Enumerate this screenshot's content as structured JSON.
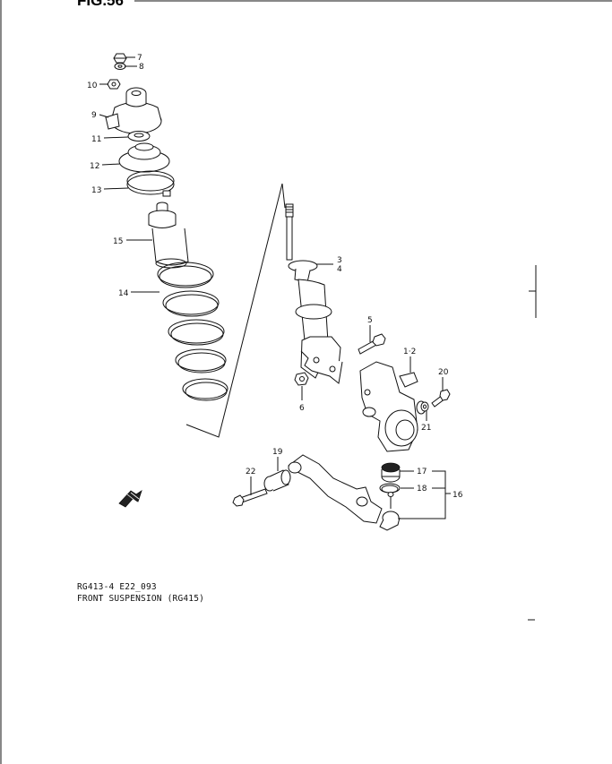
{
  "figure": {
    "title": "FIG.56"
  },
  "callouts": {
    "1_2": "1·2",
    "3": "3",
    "4": "4",
    "5": "5",
    "6": "6",
    "7": "7",
    "8": "8",
    "9": "9",
    "10": "10",
    "11": "11",
    "12": "12",
    "13": "13",
    "14": "14",
    "15": "15",
    "16": "16",
    "17": "17",
    "18": "18",
    "19": "19",
    "20": "20",
    "21": "21",
    "22": "22"
  },
  "caption": {
    "code": "RG413-4 E22_093",
    "title": "FRONT SUSPENSION (RG415)"
  }
}
